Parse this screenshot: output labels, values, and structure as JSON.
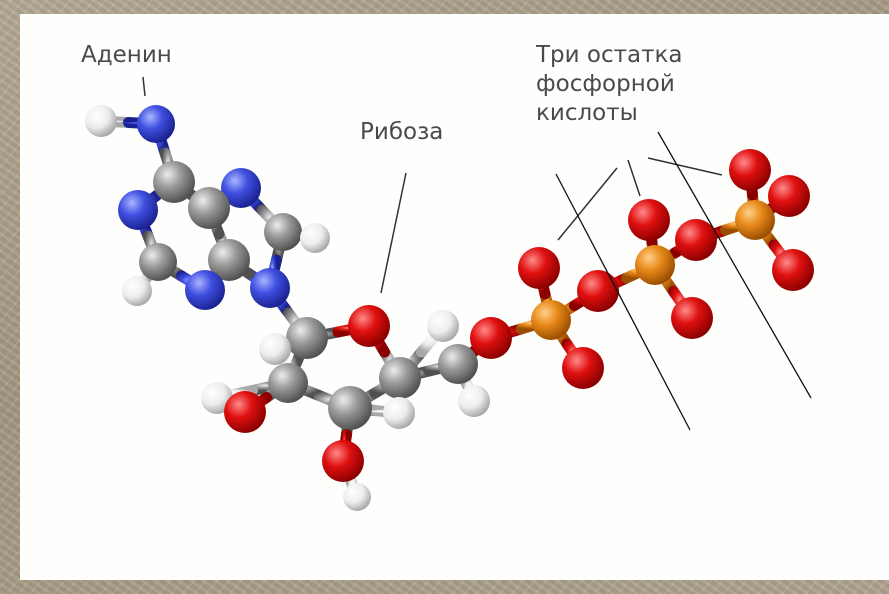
{
  "labels": {
    "adenine": "Аденин",
    "ribose": "Рибоза",
    "phosphates": "Три остатка\nфосфорной\nкислоты"
  },
  "colors": {
    "nitrogen": "#3f4fe0",
    "carbon": "#9a9a9a",
    "hydrogen": "#f2f2f2",
    "oxygen": "#e01010",
    "phosphorus": "#e88a1a",
    "background": "#fefefc",
    "frame": "#ada28c"
  }
}
